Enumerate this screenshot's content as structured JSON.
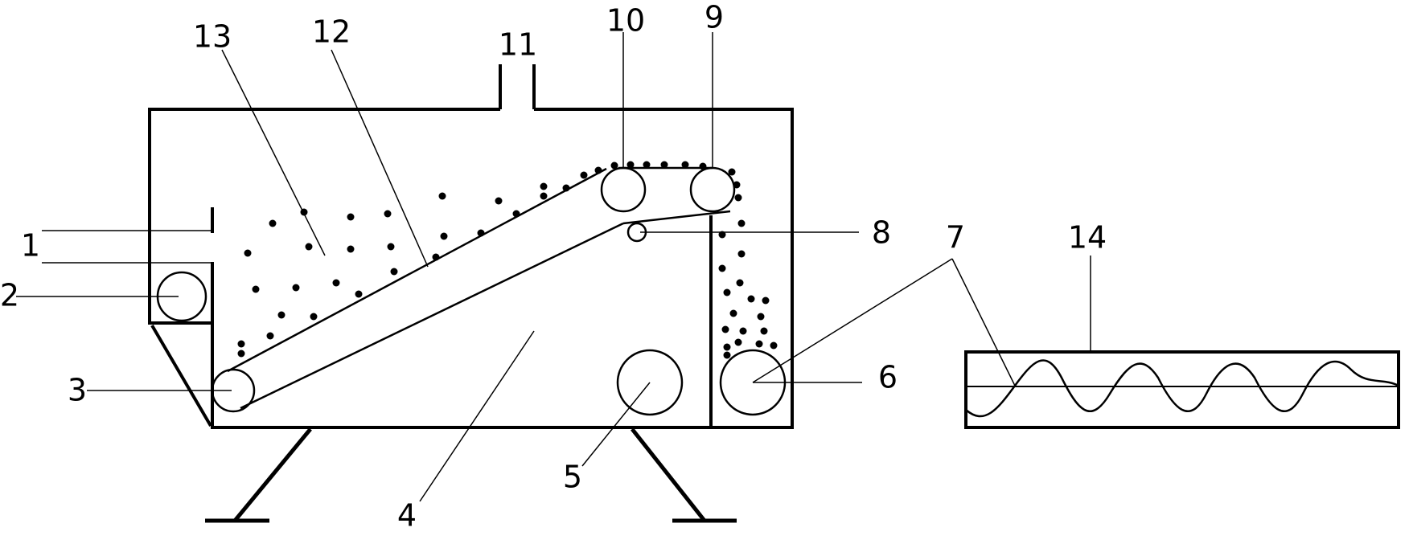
{
  "diagram": {
    "labels": {
      "l1": "1",
      "l2": "2",
      "l3": "3",
      "l4": "4",
      "l5": "5",
      "l6": "6",
      "l7": "7",
      "l8": "8",
      "l9": "9",
      "l10": "10",
      "l11": "11",
      "l12": "12",
      "l13": "13",
      "l14": "14"
    },
    "colors": {
      "stroke": "#000000",
      "background": "#ffffff"
    }
  }
}
